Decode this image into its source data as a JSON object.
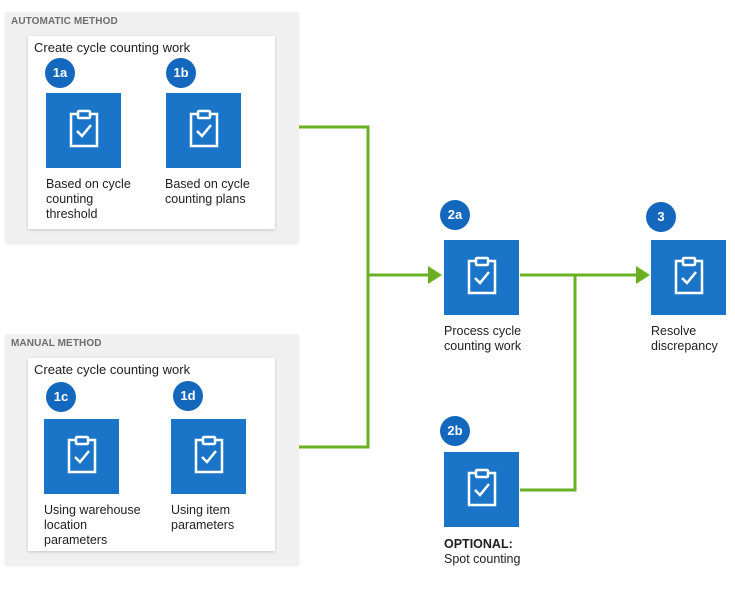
{
  "colors": {
    "accent_blue": "#1a74c8",
    "badge_blue": "#1368be",
    "connector_green": "#6ab023",
    "group_bg": "#f0f0f0"
  },
  "automatic": {
    "title": "AUTOMATIC METHOD",
    "panel_title": "Create cycle counting work",
    "step_1a": {
      "badge": "1a",
      "icon": "clipboard-check-icon",
      "caption": [
        "Based on cycle",
        "counting",
        "threshold"
      ]
    },
    "step_1b": {
      "badge": "1b",
      "icon": "clipboard-check-icon",
      "caption": [
        "Based on cycle",
        "counting plans"
      ]
    }
  },
  "manual": {
    "title": "MANUAL METHOD",
    "panel_title": "Create cycle counting work",
    "step_1c": {
      "badge": "1c",
      "icon": "clipboard-check-icon",
      "caption": [
        "Using warehouse",
        "location",
        "parameters"
      ]
    },
    "step_1d": {
      "badge": "1d",
      "icon": "clipboard-check-icon",
      "caption": [
        "Using item",
        "parameters"
      ]
    }
  },
  "step_2a": {
    "badge": "2a",
    "icon": "clipboard-check-icon",
    "caption": [
      "Process cycle",
      "counting work"
    ]
  },
  "step_2b": {
    "badge": "2b",
    "icon": "clipboard-check-icon",
    "caption_bold": "OPTIONAL:",
    "caption": "Spot counting"
  },
  "step_3": {
    "badge": "3",
    "icon": "clipboard-check-icon",
    "caption": [
      "Resolve",
      "discrepancy"
    ]
  }
}
